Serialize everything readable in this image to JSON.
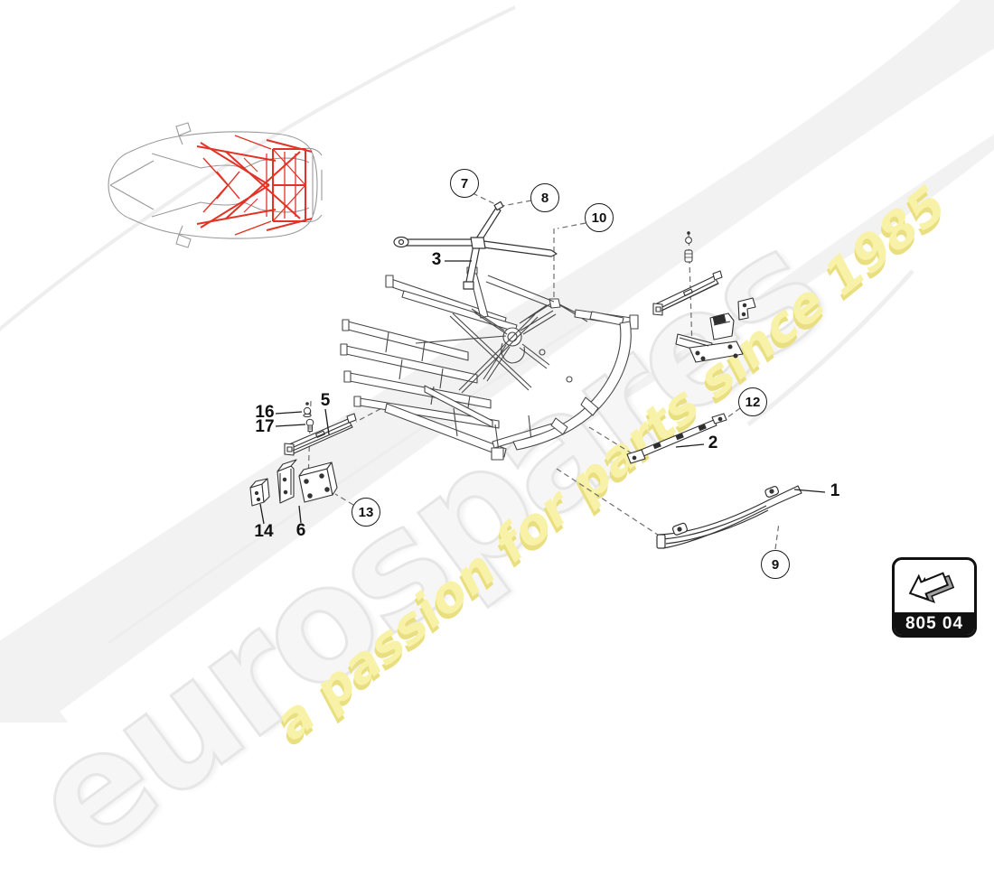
{
  "watermark": {
    "brand": "eurospares",
    "tagline": "a passion for parts since 1985"
  },
  "callouts": {
    "c7": "7",
    "c8": "8",
    "c9": "9",
    "c10": "10",
    "c12": "12",
    "c13": "13"
  },
  "labels": {
    "l1": "1",
    "l2": "2",
    "l3": "3",
    "l5": "5",
    "l6": "6",
    "l14": "14",
    "l16": "16",
    "l17": "17"
  },
  "page_code": "805 04",
  "colors": {
    "highlight_red": "#e02314",
    "watermark_yellow": "#f8f2a8",
    "watermark_gray": "#e6e6e6",
    "drawing_line": "#3f3f3f"
  }
}
